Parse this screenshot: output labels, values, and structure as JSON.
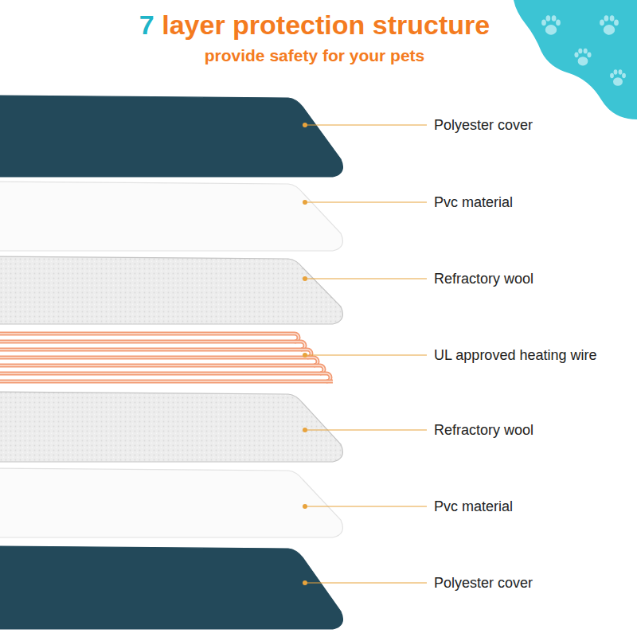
{
  "diagram": {
    "title": "7 layer protection structure",
    "caption": "provide safety for your pets",
    "labels": [
      "Polyester cover",
      "Pvc material",
      "Refractory wool",
      "UL approved heating wire",
      "Refractory wool",
      "Pvc material",
      "Polyester cover"
    ]
  }
}
